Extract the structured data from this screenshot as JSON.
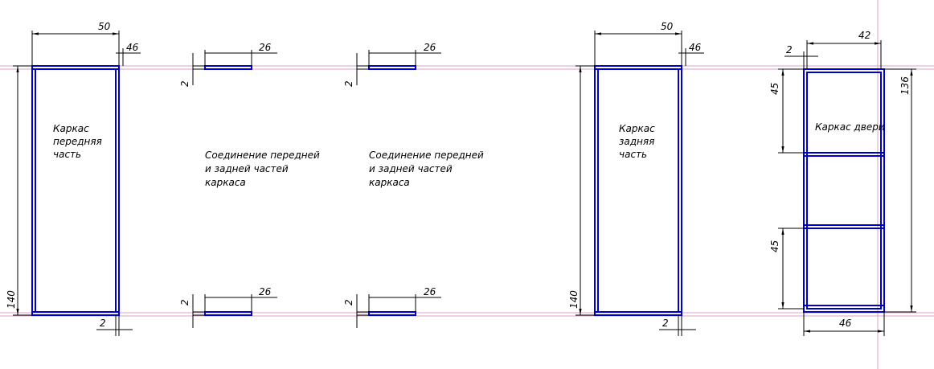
{
  "labels": {
    "front_frame": [
      "Каркас",
      "передняя",
      "часть"
    ],
    "join_left": [
      "Соединение передней",
      "и задней частей",
      "каркаса"
    ],
    "join_right": [
      "Соединение передней",
      "и задней частей",
      "каркаса"
    ],
    "back_frame": [
      "Каркас",
      "задняя",
      "часть"
    ],
    "door_frame": [
      "Каркас двери"
    ]
  },
  "dims": {
    "front_width": "50",
    "front_side_offset": "46",
    "front_height": "140",
    "front_bottom_thickness": "2",
    "join1_top_length": "26",
    "join1_top_thickness": "2",
    "join1_bottom_length": "26",
    "join1_bottom_thickness": "2",
    "join2_top_length": "26",
    "join2_top_thickness": "2",
    "join2_bottom_length": "26",
    "join2_bottom_thickness": "2",
    "back_width": "50",
    "back_side_offset": "46",
    "back_height": "140",
    "back_bottom_thickness": "2",
    "door_top_width": "42",
    "door_top_thickness": "2",
    "door_upper_section": "45",
    "door_lower_section": "45",
    "door_height": "136",
    "door_bottom_width": "46"
  },
  "colors": {
    "part_outline": "#0000cc",
    "guide_line": "#d8a0c8",
    "dimension": "#000000"
  }
}
